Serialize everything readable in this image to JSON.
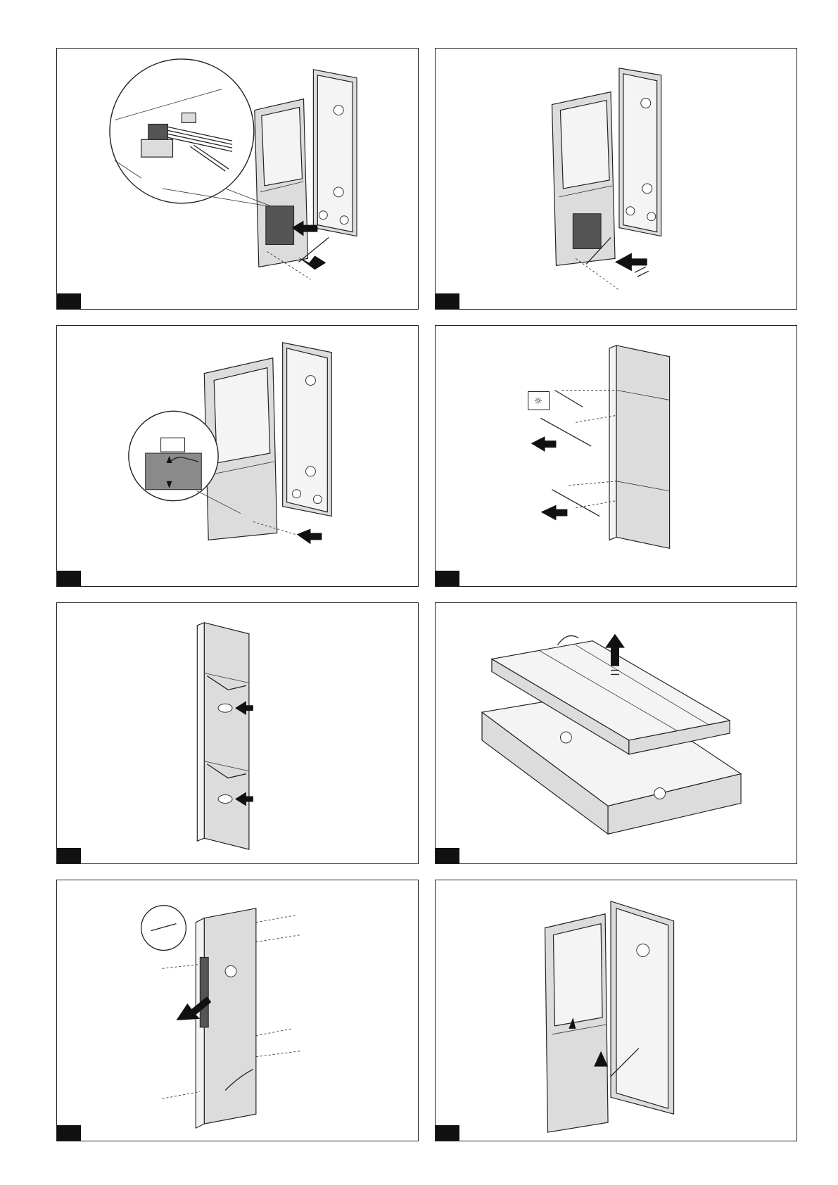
{
  "page": {
    "panels": [
      {
        "id": "panel-1",
        "step_label": "",
        "illustration": "cable-connector-detail-icon"
      },
      {
        "id": "panel-2",
        "step_label": "",
        "illustration": "module-insert-icon"
      },
      {
        "id": "panel-3",
        "step_label": "",
        "illustration": "label-card-detail-icon"
      },
      {
        "id": "panel-4",
        "step_label": "",
        "illustration": "frame-rails-insert-icon"
      },
      {
        "id": "panel-5",
        "step_label": "",
        "illustration": "hinge-brackets-icon"
      },
      {
        "id": "panel-6",
        "step_label": "",
        "illustration": "cover-lift-off-icon"
      },
      {
        "id": "panel-7",
        "step_label": "",
        "illustration": "wall-box-screws-icon"
      },
      {
        "id": "panel-8",
        "step_label": "",
        "illustration": "frame-hinged-open-icon"
      }
    ]
  }
}
